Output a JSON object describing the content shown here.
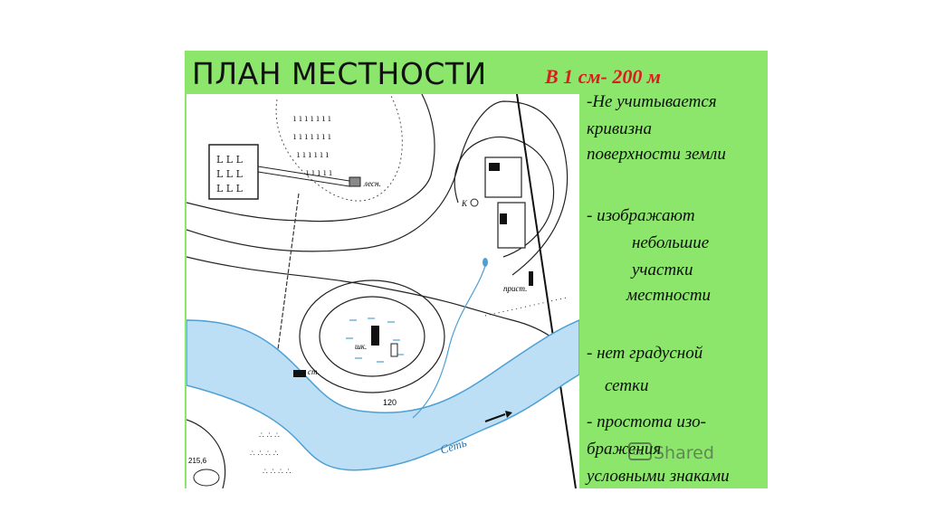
{
  "slide": {
    "title": "ПЛАН МЕСТНОСТИ",
    "scale": "В 1 см- 200 м",
    "bg_color": "#8ce66c",
    "scale_color": "#d81e1e"
  },
  "notes": [
    "-Не учитывается",
    "кривизна",
    "поверхности земли",
    "-  изображают",
    "небольшие",
    "участки",
    "местности",
    "-  нет градусной",
    "сетки",
    "-  простота изо-",
    "бражения",
    "условными знаками"
  ],
  "map": {
    "labels": {
      "forester": "лесн.",
      "well": "К",
      "pier": "прист.",
      "school": "шк.",
      "station": "ст.",
      "river": "Сеть",
      "height_120": "120",
      "height_215": "215,6"
    },
    "colors": {
      "water": "#bcdff5",
      "river_stroke": "#4d9fd4"
    }
  },
  "overlay": {
    "share_label": "Shared",
    "icon": "closed-captions-icon"
  }
}
